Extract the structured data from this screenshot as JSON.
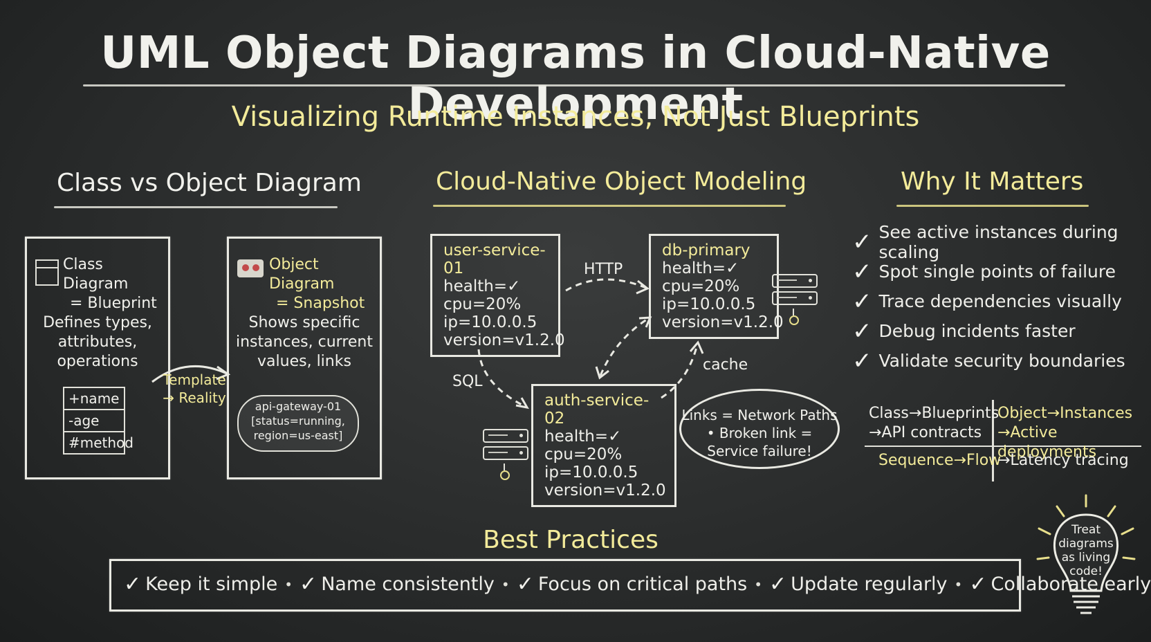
{
  "header": {
    "title": "UML Object Diagrams in Cloud-Native Development",
    "subtitle": "Visualizing Runtime Instances, Not Just Blueprints"
  },
  "class_vs_object": {
    "heading": "Class vs Object Diagram",
    "class_box": {
      "title_line1": "Class Diagram",
      "title_line2": "= Blueprint",
      "desc": [
        "Defines types,",
        "attributes,",
        "operations"
      ],
      "members": [
        "+name",
        "-age",
        "#method"
      ]
    },
    "object_box": {
      "title_line1": "Object Diagram",
      "title_line2": "= Snapshot",
      "desc": [
        "Shows specific",
        "instances, current",
        "values, links"
      ],
      "instance": [
        "api-gateway-01",
        "[status=running,",
        "region=us-east]"
      ]
    },
    "arrow_label": [
      "Template",
      "→ Reality"
    ]
  },
  "cloud_modeling": {
    "heading": "Cloud-Native Object Modeling",
    "services": {
      "user": {
        "name": "user-service-01",
        "health": "health=✓",
        "cpu": "cpu=20%",
        "ip": "ip=10.0.0.5",
        "version": "version=v1.2.0"
      },
      "db": {
        "name": "db-primary",
        "health": "health=✓",
        "cpu": "cpu=20%",
        "ip": "ip=10.0.0.5",
        "version": "version=v1.2.0"
      },
      "auth": {
        "name": "auth-service-02",
        "health": "health=✓",
        "cpu": "cpu=20%",
        "ip": "ip=10.0.0.5",
        "version": "version=v1.2.0"
      }
    },
    "links": {
      "http": "HTTP",
      "sql": "SQL",
      "cache": "cache"
    },
    "note": [
      "Links = Network Paths",
      "• Broken link =",
      "Service failure!"
    ]
  },
  "why": {
    "heading": "Why It Matters",
    "items": [
      "See active instances during scaling",
      "Spot single points of failure",
      "Trace dependencies visually",
      "Debug incidents faster",
      "Validate security boundaries"
    ],
    "check": "✓",
    "table": {
      "r1c1": [
        "Class→Blueprints",
        "→API contracts"
      ],
      "r1c2": [
        "Object→Instances",
        "→Active deployments"
      ],
      "r2c1": "Sequence→Flow",
      "r2c2": "→Latency tracing"
    }
  },
  "best_practices": {
    "heading": "Best Practices",
    "items": [
      "Keep it simple",
      "Name consistently",
      "Focus on critical paths",
      "Update regularly",
      "Collaborate early"
    ],
    "bullet": "•"
  },
  "bulb": {
    "text": [
      "Treat",
      "diagrams",
      "as living",
      "code!"
    ]
  },
  "colors": {
    "chalk_white": "#efefea",
    "chalk_yellow": "#f3eb9a",
    "board": "#2c2e2e"
  }
}
